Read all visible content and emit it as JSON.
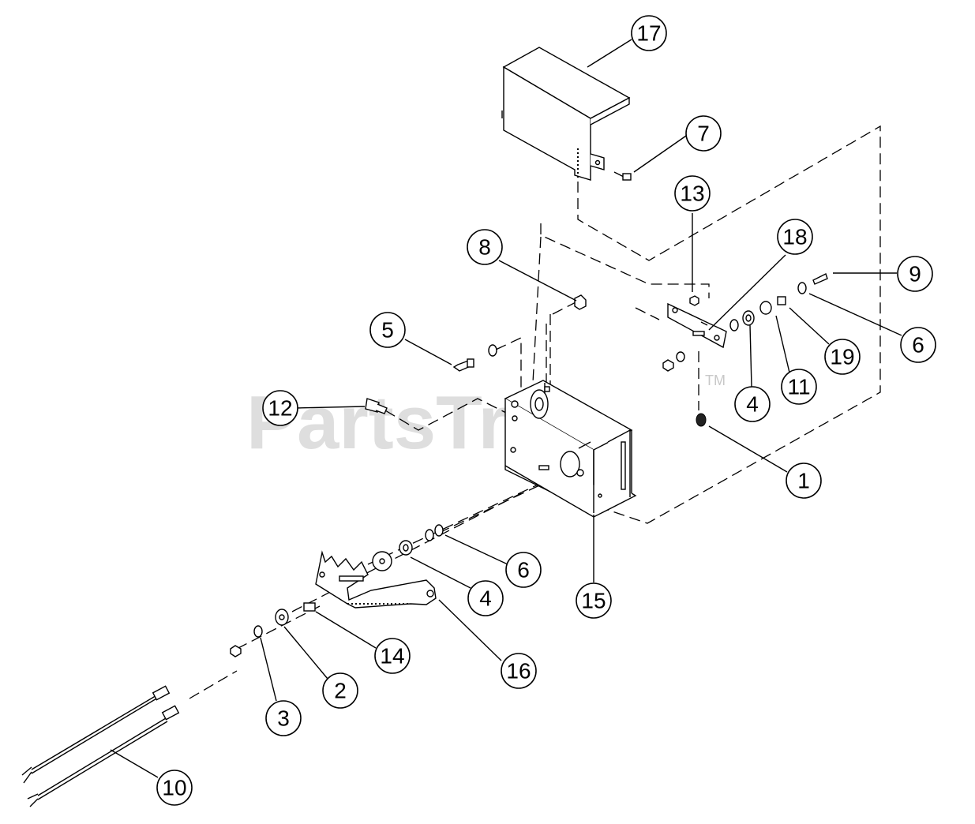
{
  "watermark": {
    "text": "PartsTree",
    "mark": "TM"
  },
  "callouts": [
    {
      "label": "17"
    },
    {
      "label": "7"
    },
    {
      "label": "13"
    },
    {
      "label": "18"
    },
    {
      "label": "8"
    },
    {
      "label": "9"
    },
    {
      "label": "5"
    },
    {
      "label": "6"
    },
    {
      "label": "19"
    },
    {
      "label": "11"
    },
    {
      "label": "4"
    },
    {
      "label": "12"
    },
    {
      "label": "1"
    },
    {
      "label": "6"
    },
    {
      "label": "4"
    },
    {
      "label": "15"
    },
    {
      "label": "14"
    },
    {
      "label": "16"
    },
    {
      "label": "2"
    },
    {
      "label": "3"
    },
    {
      "label": "10"
    }
  ]
}
